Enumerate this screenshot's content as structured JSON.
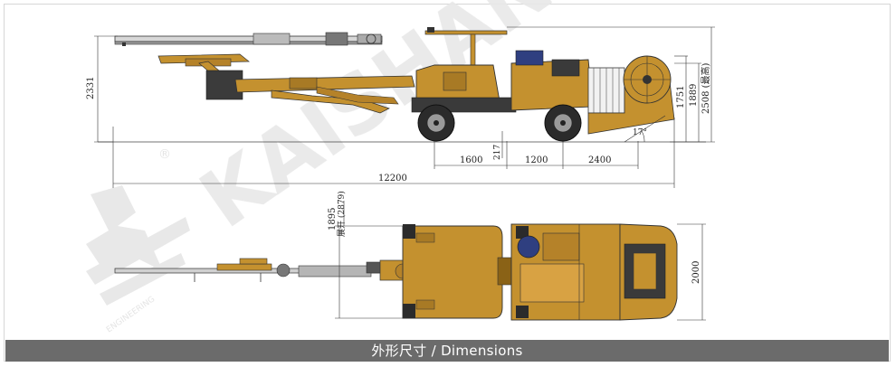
{
  "caption": "外形尺寸 / Dimensions",
  "watermark": {
    "brand": "KAISHAN",
    "sub": "ENGINEERING",
    "registered": "®"
  },
  "side_view": {
    "dims": {
      "overall_length": "12200",
      "height_left": "2331",
      "front_overhang": "1600",
      "wheelbase": "1200",
      "rear_length": "2400",
      "ground_clearance": "217",
      "height_1751": "1751",
      "height_1889": "1889",
      "height_max": "2508 (最高)",
      "angle": "17°"
    }
  },
  "top_view": {
    "dims": {
      "width_1895": "1895",
      "width_expanded": "展开 (2879)",
      "width_2000": "2000"
    }
  },
  "colors": {
    "body": "#c4912f",
    "body_dark": "#8a6216",
    "tire": "#2b2b2b",
    "line": "#3a3a3a",
    "caption_bg": "#6b6b6b"
  }
}
